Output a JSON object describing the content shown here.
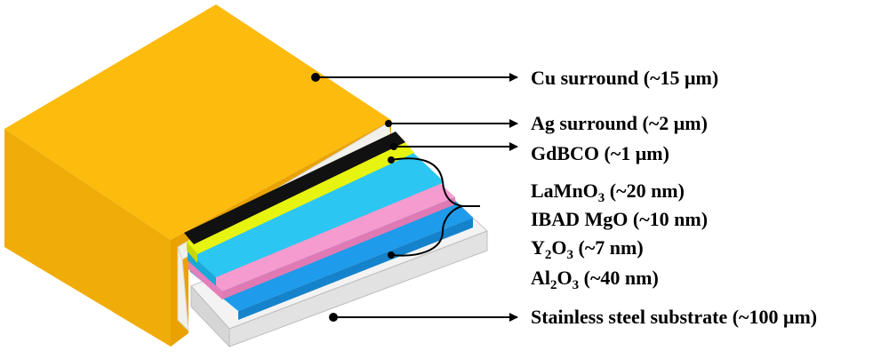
{
  "layers": [
    {
      "id": "cu",
      "name": "Cu surround",
      "thickness": "(~15 μm)",
      "color": "#F7B500"
    },
    {
      "id": "ag",
      "name": "Ag surround",
      "thickness": "(~2 μm)",
      "color": "#F2F0EA"
    },
    {
      "id": "gdbco",
      "name": "GdBCO",
      "thickness": "(~1 μm)",
      "color": "#111111"
    },
    {
      "id": "lamno3",
      "name": "LaMnO",
      "sub": "3",
      "thickness": "(~20 nm)",
      "color": "#E3F20F"
    },
    {
      "id": "ibad",
      "name": "IBAD MgO",
      "thickness": "(~10 nm)",
      "color": "#28C4F0"
    },
    {
      "id": "y2o3",
      "pre": "Y",
      "presub": "2",
      "name": "O",
      "sub": "3",
      "thickness": "(~7 nm)",
      "color": "#F59BCF"
    },
    {
      "id": "al2o3",
      "pre": "Al",
      "presub": "2",
      "name": "O",
      "sub": "3",
      "thickness": "(~40 nm)",
      "color": "#1E9BEA"
    },
    {
      "id": "steel",
      "name": "Stainless steel substrate",
      "thickness": "(~100 μm)",
      "color": "#F0F0F0"
    }
  ]
}
